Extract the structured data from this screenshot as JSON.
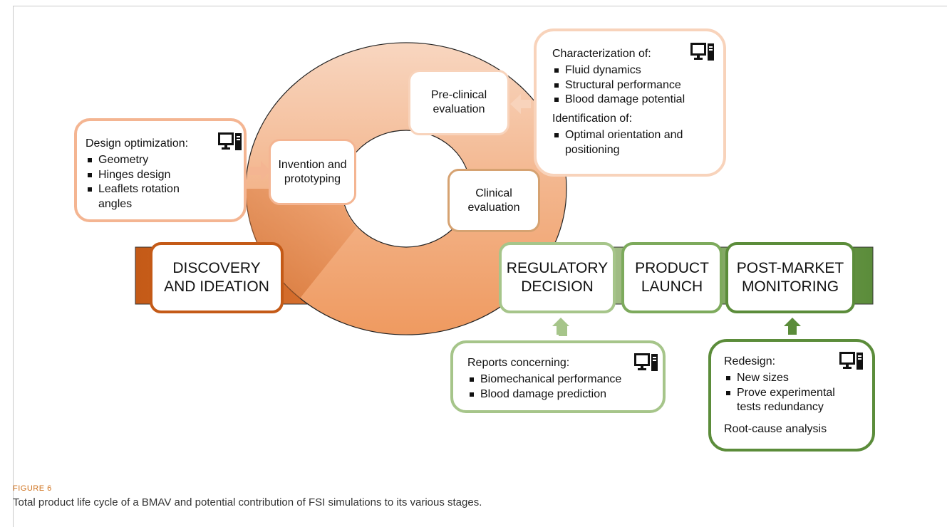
{
  "diagram": {
    "stages": {
      "discovery": "DISCOVERY AND IDEATION",
      "regulatory": "REGULATORY DECISION",
      "launch": "PRODUCT LAUNCH",
      "post_market": "POST-MARKET MONITORING"
    },
    "cycle": {
      "invention": "Invention and prototyping",
      "preclinical": "Pre-clinical evaluation",
      "clinical": "Clinical evaluation"
    },
    "callouts": {
      "design": {
        "head": "Design optimization:",
        "items": [
          "Geometry",
          "Hinges design",
          "Leaflets rotation angles"
        ],
        "icon": "computer-icon"
      },
      "characterization": {
        "head": "Characterization of:",
        "items": [
          "Fluid dynamics",
          "Structural performance",
          "Blood damage potential"
        ],
        "head2": "Identification of:",
        "items2": [
          "Optimal orientation and positioning"
        ],
        "icon": "computer-icon"
      },
      "reports": {
        "head": "Reports concerning:",
        "items": [
          "Biomechanical performance",
          "Blood damage prediction"
        ],
        "icon": "computer-icon"
      },
      "redesign": {
        "head": "Redesign:",
        "items": [
          "New sizes",
          "Prove experimental tests redundancy"
        ],
        "footer": "Root-cause analysis",
        "icon": "computer-icon"
      }
    },
    "colors": {
      "orange_dark": "#c45a17",
      "orange_mid": "#f0a070",
      "orange_light": "#f8d3bb",
      "tan": "#d6a271",
      "green_light": "#a6c58a",
      "green_dark": "#5b8c3a"
    }
  },
  "caption": {
    "label": "FIGURE 6",
    "text": "Total product life cycle of a BMAV and potential contribution of FSI simulations to its various stages."
  }
}
